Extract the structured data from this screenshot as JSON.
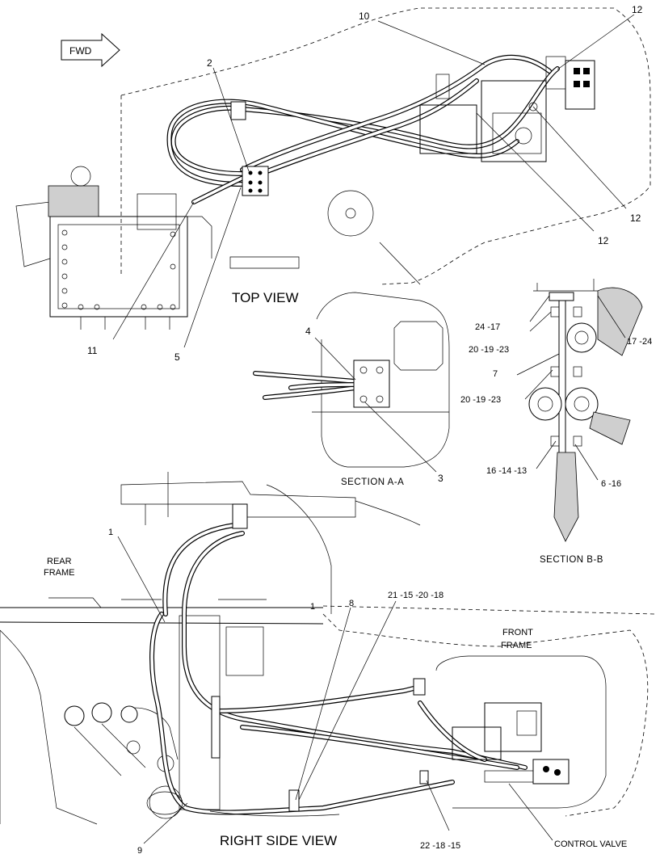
{
  "orientation": {
    "label": "FWD"
  },
  "views": {
    "top": "TOP VIEW",
    "side": "RIGHT SIDE VIEW",
    "section_a": "SECTION A-A",
    "section_b": "SECTION B-B"
  },
  "frame_labels": {
    "rear_line1": "REAR",
    "rear_line2": "FRAME",
    "front_line1": "FRONT",
    "front_line2": "FRAME",
    "control_valve": "CONTROL VALVE"
  },
  "callouts": {
    "c1a": "1",
    "c1b": "1",
    "c2": "2",
    "c3": "3",
    "c4": "4",
    "c5": "5",
    "c7": "7",
    "c8": "8",
    "c9": "9",
    "c10": "10",
    "c11": "11",
    "c12a": "12",
    "c12b": "12",
    "c12c": "12",
    "b_24_17": "24 -17",
    "b_17_24": "17 -24",
    "b_20_19_23a": "20 -19 -23",
    "b_20_19_23b": "20 -19 -23",
    "b_16_14_13": "16 -14 -13",
    "b_6_16": "6 -16",
    "s_21_15_20_18": "21 -15 -20 -18",
    "s_22_18_15": "22 -18 -15"
  }
}
